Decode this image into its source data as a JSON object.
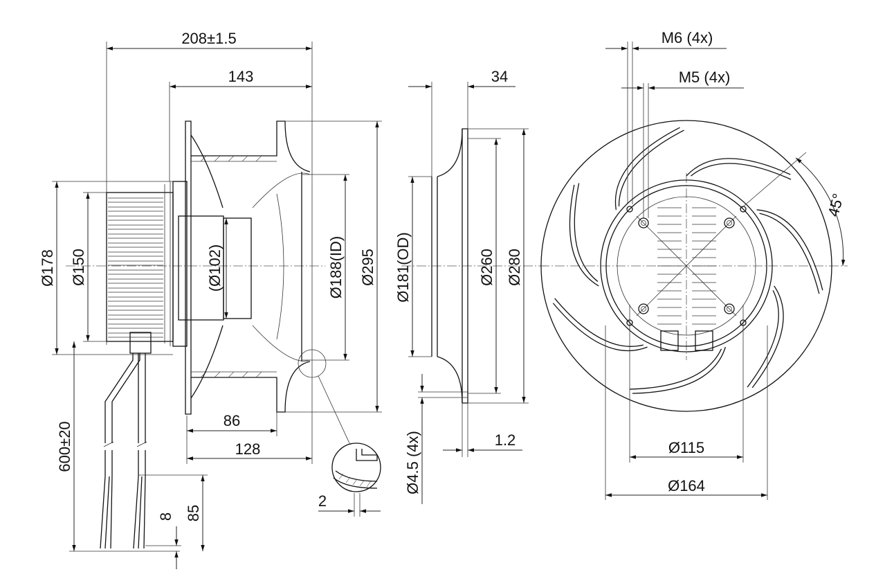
{
  "drawing": {
    "colors": {
      "line": "#111111",
      "background": "#ffffff"
    },
    "side_view": {
      "overall_length": "208±1.5",
      "impeller_length": "143",
      "housing_diameter": "Ø178",
      "housing_inner_diameter": "Ø150",
      "motor_diameter": "(Ø102)",
      "inlet_id": "Ø188(ID)",
      "impeller_diameter": "Ø295",
      "depth_86": "86",
      "depth_128": "128",
      "cable_length": "600±20",
      "lead_85": "85",
      "lead_8": "8",
      "detail_2": "2"
    },
    "ring_view": {
      "width": "34",
      "outer_diameter": "Ø181(OD)",
      "diameter_260": "Ø260",
      "diameter_280": "Ø280",
      "thickness": "1.2",
      "holes": "Ø4.5 (4x)"
    },
    "front_view": {
      "m6": "M6 (4x)",
      "m5": "M5 (4x)",
      "angle": "45°",
      "bolt_circle_115": "Ø115",
      "bolt_circle_164": "Ø164"
    }
  }
}
